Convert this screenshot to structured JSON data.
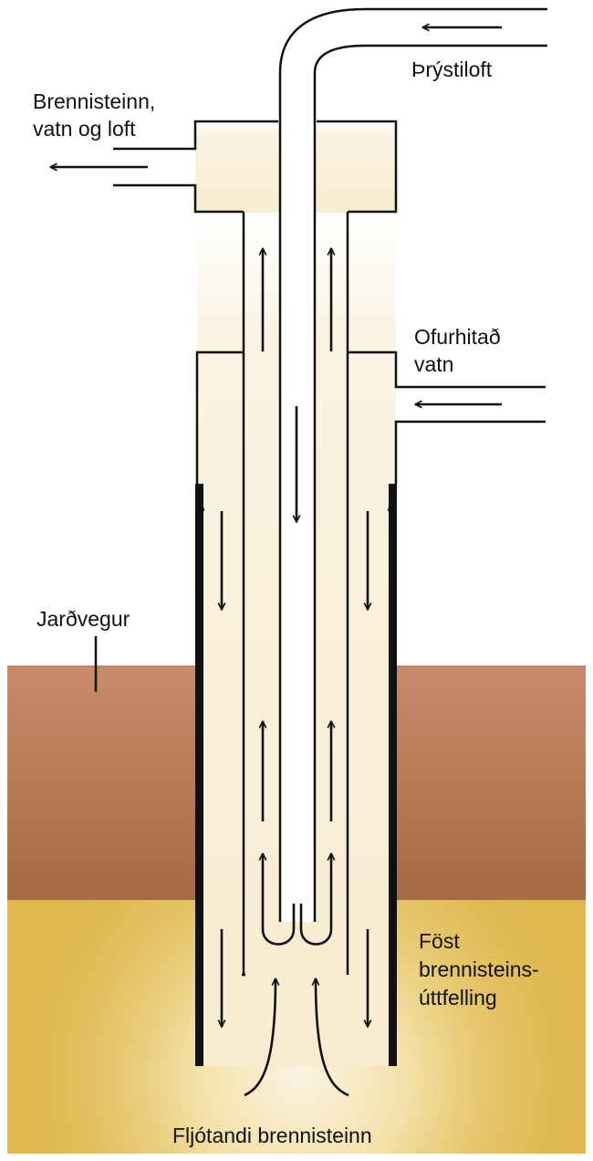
{
  "labels": {
    "compressed_air": "Þrýstiloft",
    "output_line1": "Brennisteinn,",
    "output_line2": "vatn og loft",
    "superheated_line1": "Ofurhitað",
    "superheated_line2": "vatn",
    "soil": "Jarðvegur",
    "deposit_line1": "Föst",
    "deposit_line2": "brennisteins-",
    "deposit_line3": "úttfelling",
    "molten_sulfur": "Fljótandi brennisteinn"
  },
  "colors": {
    "soil_top": "#c98b6a",
    "soil_bottom": "#a56a43",
    "sulfur_deposit": "#dfb84e",
    "pipe_fill": "#fbf3e2",
    "stroke": "#111111"
  }
}
